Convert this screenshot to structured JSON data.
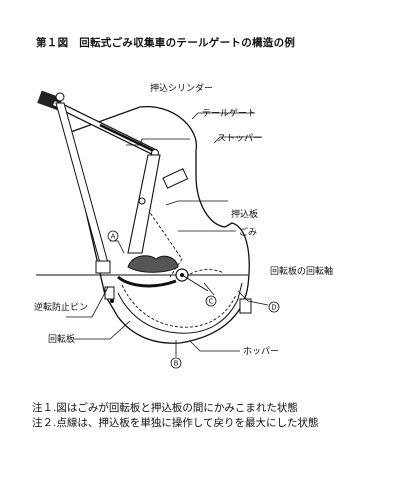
{
  "title": "第１図　回転式ごみ収集車のテールゲートの構造の例",
  "labels": {
    "cylinder": "押込シリンダー",
    "tailgate": "テールゲート",
    "stopper": "ストッパー",
    "pusher": "押込板",
    "garbage": "ごみ",
    "axis": "回転板の回転軸",
    "pin": "逆転防止ピン",
    "rotor": "回転板",
    "hopper": "ホッパー"
  },
  "markers": [
    "A",
    "B",
    "C",
    "D"
  ],
  "notes": [
    {
      "label": "注１.",
      "text": "図はごみが回転板と押込板の間にかみこまれた状態"
    },
    {
      "label": "注２.",
      "text": "点線は、押込板を単独に操作して戻りを最大にした状態"
    }
  ]
}
